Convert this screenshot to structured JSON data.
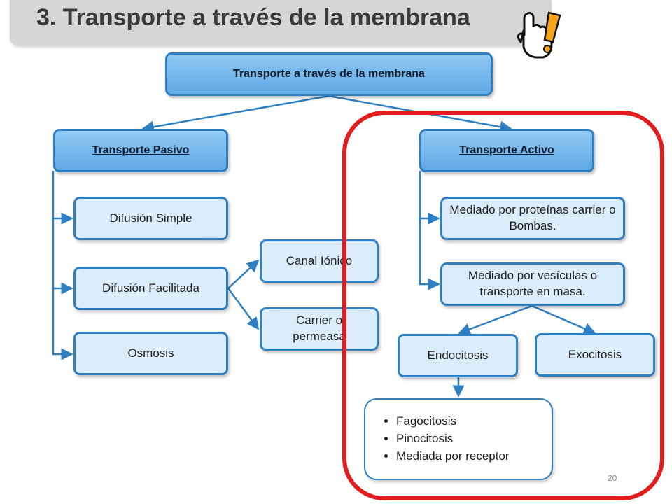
{
  "slide": {
    "title": "3. Transporte a través de la membrana",
    "page_number": "20"
  },
  "diagram": {
    "root": "Transporte a través de la membrana",
    "passive": {
      "label": "Transporte Pasivo",
      "children": [
        "Difusión Simple",
        "Difusión Facilitada",
        "Osmosis"
      ],
      "facilitated_children": [
        "Canal Iónico",
        "Carrier o permeasa"
      ]
    },
    "active": {
      "label": "Transporte Activo",
      "proteins": "Mediado por proteínas carrier o Bombas.",
      "vesicles": "Mediado por vesículas o transporte en masa.",
      "endocitosis": "Endocitosis",
      "exocitosis": "Exocitosis",
      "endocitosis_types": [
        "Fagocitosis",
        "Pinocitosis",
        "Mediada por receptor"
      ]
    },
    "colors": {
      "header_fill": "#6fb4ea",
      "leaf_fill": "#dbecfb",
      "border": "#2f7fc1",
      "highlight": "#e21d1d",
      "title_bar": "#d6d6d6"
    }
  }
}
